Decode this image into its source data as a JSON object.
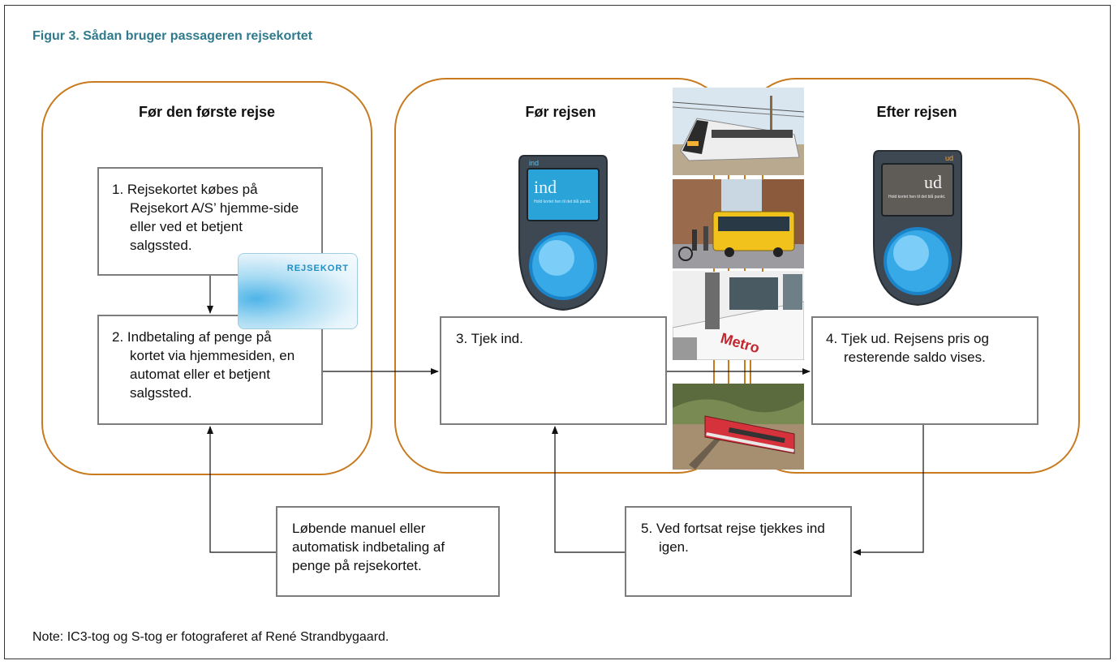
{
  "figure": {
    "title": "Figur 3. Sådan bruger passageren rejsekortet",
    "note": "Note:   IC3-tog og S-tog er fotograferet af René Strandbygaard."
  },
  "groups": {
    "before_first": "Før den første rejse",
    "before_trip": "Før rejsen",
    "after_trip": "Efter rejsen"
  },
  "steps": {
    "step1": "1.  Rejsekortet købes på Rejsekort A/S’ hjemme-side eller ved et betjent salgssted.",
    "step2": "2.  Indbetaling af penge på kortet via hjemmesiden, en automat eller et betjent salgssted.",
    "step3": "3.  Tjek ind.",
    "step4": "4.  Tjek ud. Rejsens pris og resterende saldo vises.",
    "step5": "5.  Ved fortsat rejse tjekkes ind igen.",
    "topup": "Løbende manuel eller automatisk indbetaling af penge på rejsekortet."
  },
  "card": {
    "label": "REJSEKORT"
  },
  "readers": {
    "in": {
      "tag": "ind",
      "screen_word": "ind",
      "screen_text": "Hold kortet hen til det blå punkt.",
      "screen_color": "#2aa4d8"
    },
    "out": {
      "tag": "ud",
      "screen_word": "ud",
      "screen_text": "Hold kortet hen til det blå punkt.",
      "screen_color": "#5f5c58"
    }
  },
  "photos": {
    "icons": [
      "ic3-train-photo",
      "bus-photo",
      "metro-photo",
      "s-train-photo"
    ],
    "metro_sign": "Metro"
  },
  "colors": {
    "group_border": "#c77a1e",
    "title": "#2f7a8c",
    "box_border": "#7d7d7d"
  }
}
